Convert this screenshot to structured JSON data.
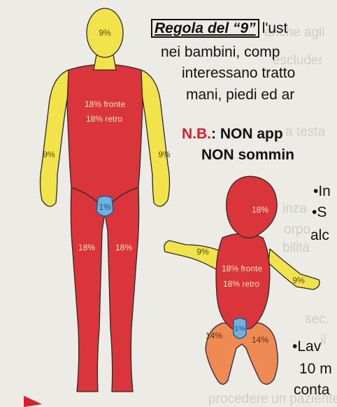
{
  "colors": {
    "background": "#ecebe6",
    "body_trunk": "#d9353a",
    "limbs": "#f2e34a",
    "child_legs": "#ef8a55",
    "genital_zone": "#6fb2e0",
    "accent_red": "#d81e2a"
  },
  "heading": {
    "rule_title": "Regola del “9”",
    "line1_rest": "l'ust",
    "line2": "nei bambini, comp",
    "line3": "interessano tratto",
    "line4": "mani, piedi ed ar"
  },
  "note": {
    "label": "N.B.",
    "sep": ":",
    "line1_rest": "NON app",
    "line2": "NON sommin"
  },
  "bullets": {
    "b1": "•In",
    "b2": "•S",
    "b2_cont": "alc",
    "b3": "•Lav",
    "b3_cont1": "10 m",
    "b3_cont2": "conta"
  },
  "background_text": {
    "t1": "anche agli",
    "t2": "escluder",
    "t3": "a testa",
    "t4": "inza",
    "t5": "orpo",
    "t6": "bilità",
    "t7": "sec.",
    "t8": "il",
    "t9": "procedere",
    "t10": "un paziente"
  },
  "adult": {
    "head": "9%",
    "trunk_front": "18% fronte",
    "trunk_back": "18% retro",
    "arm_left": "9%",
    "arm_right": "9%",
    "genitals": "1%",
    "leg_left": "18%",
    "leg_right": "18%"
  },
  "child": {
    "head": "18%",
    "arm_left": "9%",
    "arm_right": "9%",
    "trunk_front": "18% fronte",
    "trunk_back": "18% retro",
    "genitals": "1%",
    "leg_left": "14%",
    "leg_right": "14%"
  }
}
